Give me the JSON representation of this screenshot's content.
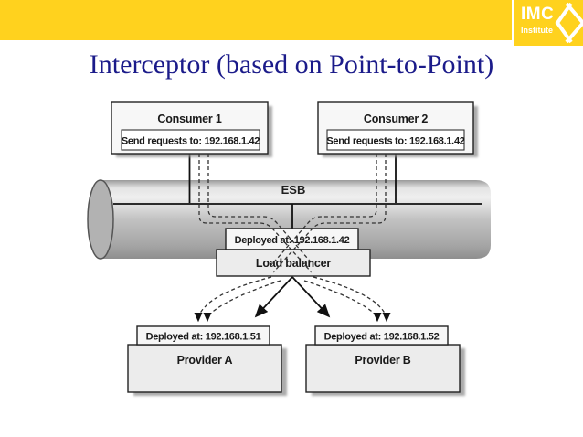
{
  "header": {
    "logo_name": "IMC",
    "logo_sub": "Institute",
    "brand_yellow": "#FFD21E"
  },
  "title": "Interceptor (based on Point-to-Point)",
  "title_color": "#1B1B8A",
  "diagram": {
    "consumer1": {
      "title": "Consumer 1",
      "note": "Send requests to: 192.168.1.42"
    },
    "consumer2": {
      "title": "Consumer 2",
      "note": "Send requests to: 192.168.1.42"
    },
    "esb_label": "ESB",
    "load_balancer": {
      "deployed": "Deployed at: 192.168.1.42",
      "title": "Load balancer"
    },
    "providerA": {
      "deployed": "Deployed at: 192.168.1.51",
      "title": "Provider A"
    },
    "providerB": {
      "deployed": "Deployed at: 192.168.1.52",
      "title": "Provider B"
    },
    "colors": {
      "box_fill_light": "#f7f7f7",
      "box_fill_gray": "#ececec",
      "pipe_gray": "#bdbdbd",
      "line_black": "#111111"
    }
  }
}
